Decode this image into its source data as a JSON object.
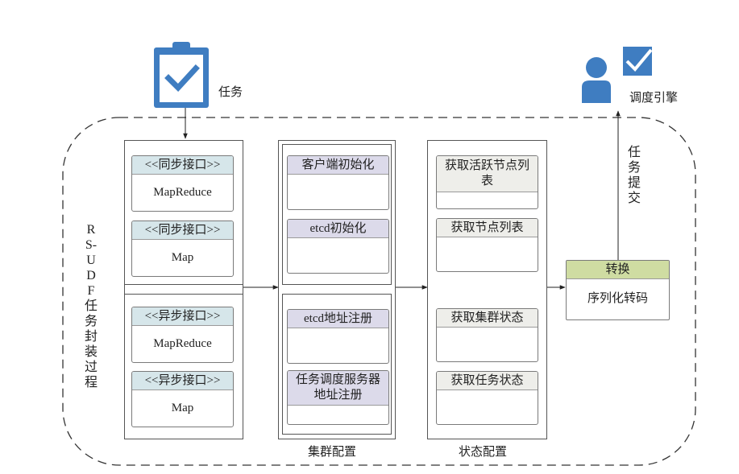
{
  "task": {
    "icon": "clipboard-check-icon",
    "label": "任务"
  },
  "engine": {
    "icon": "user-check-icon",
    "label": "调度引擎"
  },
  "boundary": {
    "label": "RS-UDF 任务封装过程"
  },
  "submit": {
    "label": "任务提交"
  },
  "interfaces": {
    "groups": [
      {
        "cards": [
          {
            "header": "<<同步接口>>",
            "body": "MapReduce"
          },
          {
            "header": "<<同步接口>>",
            "body": "Map"
          }
        ]
      },
      {
        "cards": [
          {
            "header": "<<异步接口>>",
            "body": "MapReduce"
          },
          {
            "header": "<<异步接口>>",
            "body": "Map"
          }
        ]
      }
    ]
  },
  "cluster": {
    "caption": "集群配置",
    "groups": [
      {
        "cards": [
          {
            "header": "客户端初始化"
          },
          {
            "header": "etcd初始化"
          }
        ]
      },
      {
        "cards": [
          {
            "header": "etcd地址注册"
          },
          {
            "header": "任务调度服务器地址注册"
          }
        ]
      }
    ]
  },
  "state": {
    "caption": "状态配置",
    "cards": [
      {
        "header": "获取活跃节点列表"
      },
      {
        "header": "获取节点列表"
      },
      {
        "header": "获取集群状态"
      },
      {
        "header": "获取任务状态"
      }
    ]
  },
  "convert": {
    "header": "转换",
    "body": "序列化转码"
  },
  "colors": {
    "icon_blue": "#3f7dc1",
    "dash": "#333333"
  }
}
